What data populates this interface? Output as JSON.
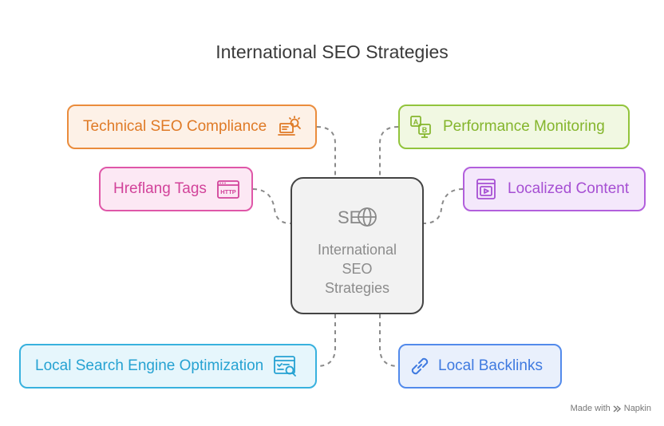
{
  "title": "International SEO Strategies",
  "center": {
    "label": "International\nSEO\nStrategies",
    "icon": "seo-globe-icon"
  },
  "nodes": {
    "technical": {
      "label": "Technical SEO Compliance",
      "icon": "laptop-search-icon",
      "color": "#ea8c3c"
    },
    "hreflang": {
      "label": "Hreflang Tags",
      "icon": "http-browser-icon",
      "color": "#df57a8"
    },
    "performance": {
      "label": "Performance Monitoring",
      "icon": "ab-test-icon",
      "color": "#92c43c"
    },
    "localized": {
      "label": "Localized Content",
      "icon": "video-content-icon",
      "color": "#b25fdc"
    },
    "local_search": {
      "label": "Local Search Engine Optimization",
      "icon": "browser-search-icon",
      "color": "#38b1de"
    },
    "backlinks": {
      "label": "Local Backlinks",
      "icon": "link-icon",
      "color": "#528aeb"
    }
  },
  "footer": {
    "prefix": "Made with",
    "brand": "Napkin"
  }
}
